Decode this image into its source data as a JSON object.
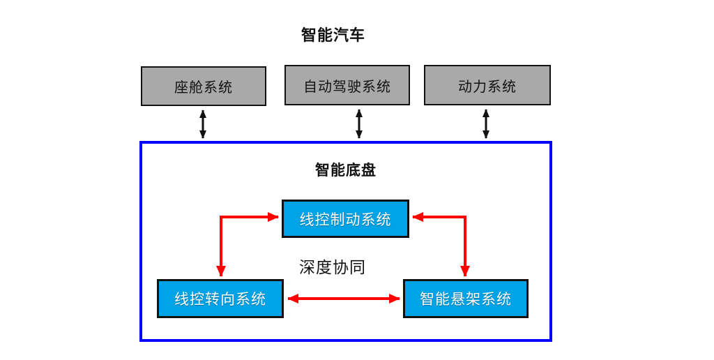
{
  "title": "智能汽车",
  "top_systems": [
    {
      "label": "座舱系统"
    },
    {
      "label": "自动驾驶系统"
    },
    {
      "label": "动力系统"
    }
  ],
  "chassis": {
    "title": "智能底盘",
    "collaboration_label": "深度协同",
    "subsystems": [
      {
        "label": "线控制动系统"
      },
      {
        "label": "线控转向系统"
      },
      {
        "label": "智能悬架系统"
      }
    ]
  },
  "colors": {
    "system_box_fill": "#a9a9a9",
    "system_box_border": "#111111",
    "subsystem_box_fill": "#00a3e6",
    "subsystem_text": "#ffffff",
    "chassis_border": "#0000ff",
    "connector_red": "#ff0000",
    "connector_black": "#111111",
    "background": "#ffffff"
  }
}
